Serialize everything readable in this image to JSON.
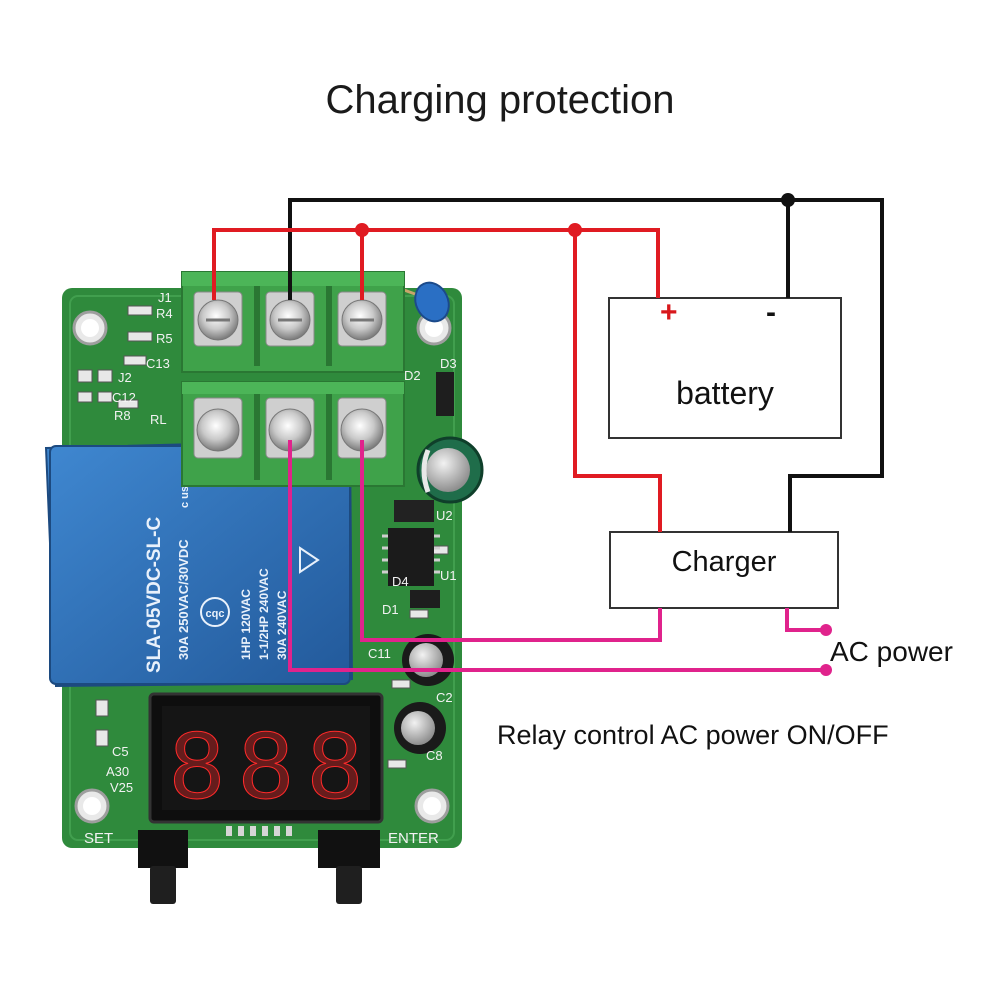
{
  "title": "Charging protection",
  "battery": {
    "label": "battery",
    "plus": "+",
    "minus": "-"
  },
  "charger": {
    "label": "Charger"
  },
  "ac_power_label": "AC power",
  "relay_caption": "Relay control AC power ON/OFF",
  "relay_module": {
    "model_text": "SLA-05VDC-SL-C",
    "rating_line_1": "30A 250VAC/30VDC",
    "rating_line_2": "1HP 120VAC",
    "rating_line_3": "1-1/2HP 240VAC",
    "rating_line_4": "30A 240VAC",
    "ce_mark": "cqc",
    "ul_mark": "c  us"
  },
  "board": {
    "silk": {
      "j1": "J1",
      "r4": "R4",
      "r5": "R5",
      "c13": "C13",
      "j2": "J2",
      "c12": "C12",
      "r8": "R8",
      "rl": "RL",
      "d3": "D3",
      "d2": "D2",
      "d4": "D4",
      "d1": "D1",
      "c11": "C11",
      "c2": "C2",
      "c8": "C8",
      "c5": "C5",
      "a30": "A30",
      "v25": "V25",
      "u1": "U1",
      "u2": "U2"
    },
    "set_label": "SET",
    "enter_label": "ENTER",
    "display_digits": [
      "8",
      "8",
      "8"
    ]
  },
  "colors": {
    "wire_red": "#e01b22",
    "wire_black": "#111111",
    "wire_magenta": "#e0238c",
    "pcb_green": "#2f8a3c",
    "terminal_green": "#3fa24a",
    "relay_blue": "#2b6fb8",
    "display_red": "#ff2a2a"
  }
}
